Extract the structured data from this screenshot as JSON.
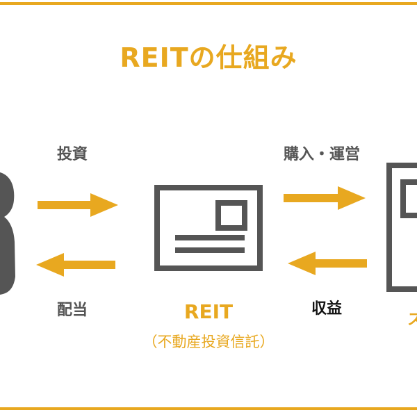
{
  "title": "REITの仕組み",
  "flows": {
    "invest": "投資",
    "dividend": "配当",
    "purchase_manage": "購入・運営",
    "revenue": "収益"
  },
  "center": {
    "name": "REIT",
    "subtitle": "（不動産投資信託）"
  },
  "right_cut_text": "ス",
  "colors": {
    "accent": "#e8a820",
    "icon": "#555555"
  },
  "icons": [
    "investor-person-icon",
    "document-card-icon",
    "building-icon"
  ]
}
